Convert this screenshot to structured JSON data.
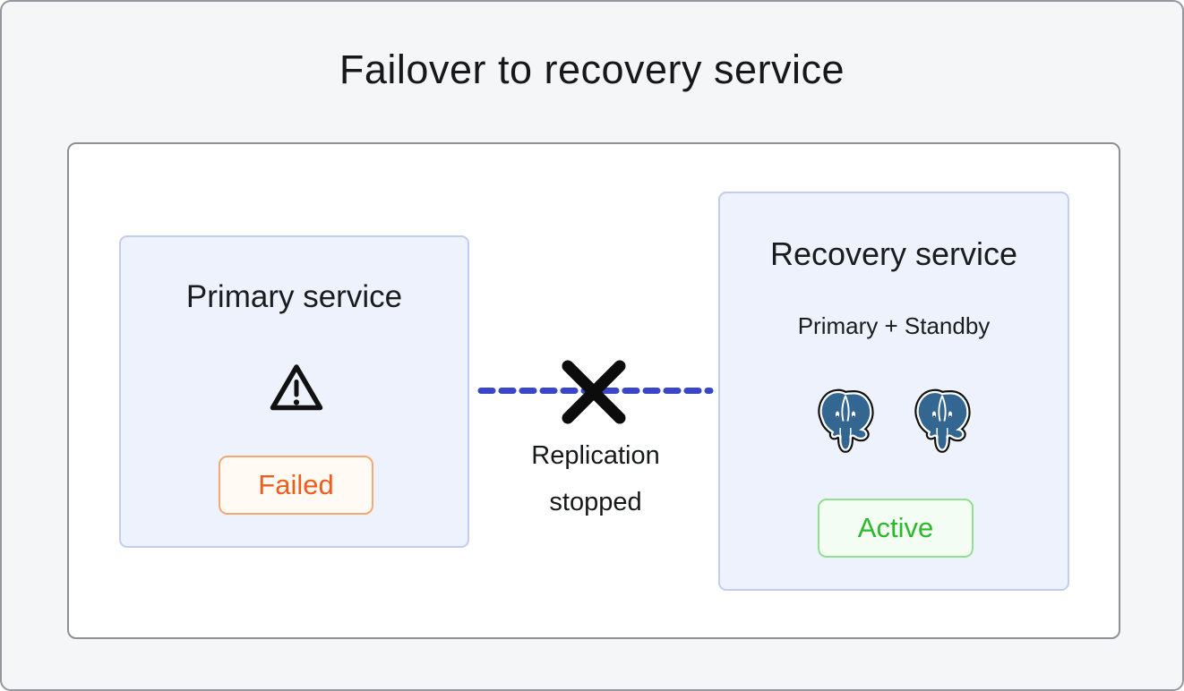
{
  "diagram": {
    "title": "Failover to recovery service"
  },
  "primary_card": {
    "title": "Primary service",
    "status_label": "Failed",
    "icon": "warning-triangle-icon"
  },
  "connector": {
    "label": "Replication stopped",
    "icon": "x-cross-icon",
    "line_style": "dashed"
  },
  "recovery_card": {
    "title": "Recovery service",
    "subtitle": "Primary + Standby",
    "status_label": "Active",
    "icons": [
      "postgres-elephant-icon",
      "postgres-elephant-icon"
    ]
  },
  "colors": {
    "outer_background": "#F5F6F8",
    "outer_border": "#96979F",
    "panel_background": "#FFFFFF",
    "panel_border": "#8E8F99",
    "card_background": "#EDF2FC",
    "card_border": "#C3CDEF",
    "failed_text": "#F15C1C",
    "failed_border": "#F7A870",
    "failed_background": "#FFFAF4",
    "active_text": "#2DB92D",
    "active_border": "#8FE08F",
    "active_background": "#F3FDF3",
    "replication_line": "#3A46C8",
    "postgres_blue": "#336791",
    "icon_black": "#111111"
  }
}
